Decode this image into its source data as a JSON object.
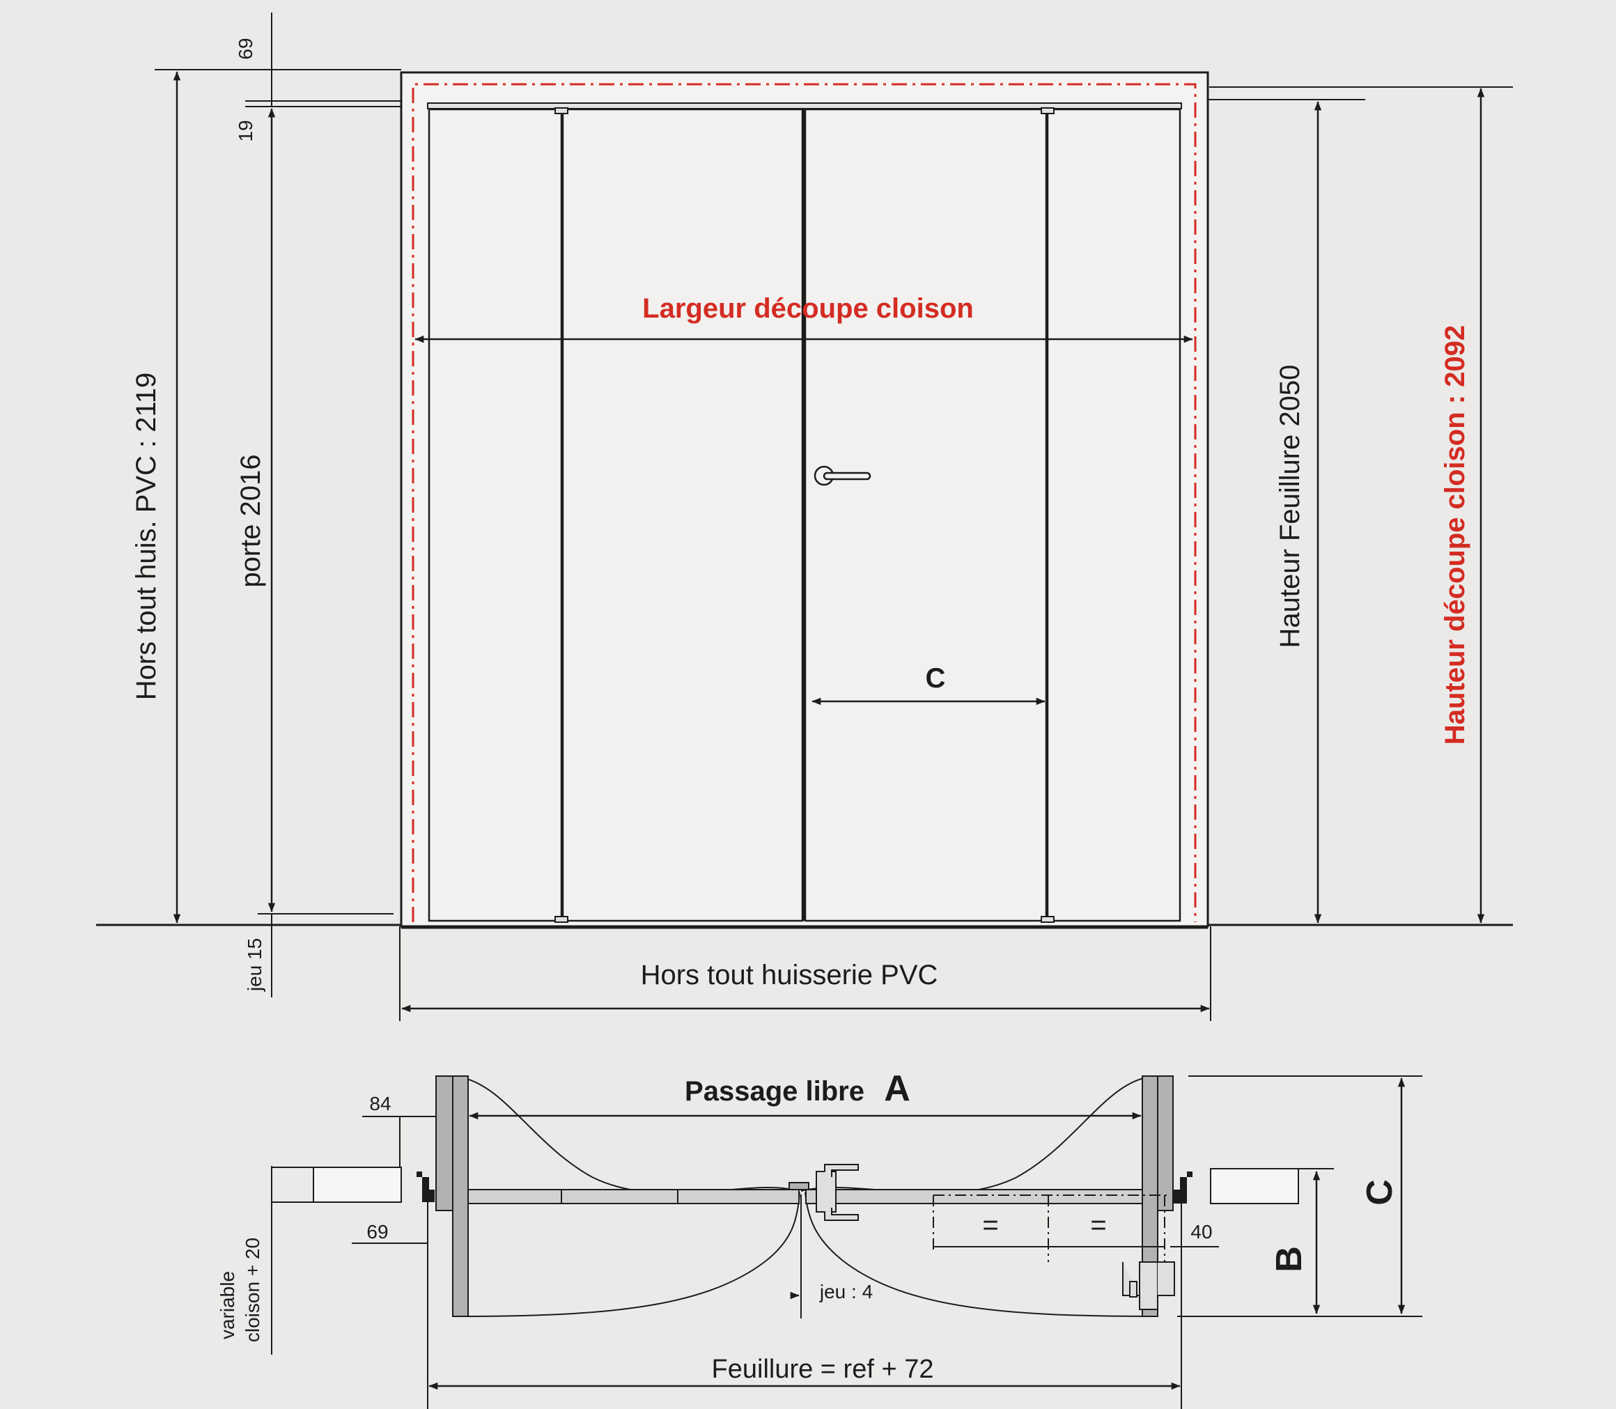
{
  "elevation": {
    "top_offset": "69",
    "top_gap": "19",
    "hors_tout_height": "Hors tout  huis. PVC : 2119",
    "door_height": "porte 2016",
    "bottom_gap": "jeu 15",
    "largeur_decoupe": "Largeur découpe cloison",
    "leaf_width": "C",
    "hauteur_feuillure": "Hauteur Feuillure 2050",
    "hauteur_decoupe": "Hauteur découpe  cloison : 2092",
    "hors_tout_width": "Hors tout huisserie PVC"
  },
  "plan": {
    "passage_libre": "Passage libre",
    "passage_letter": "A",
    "jamb_84": "84",
    "jamb_69": "69",
    "variable_line1": "variable",
    "variable_line2": "cloison + 20",
    "jeu_4": "jeu : 4",
    "equal_left": "=",
    "equal_right": "=",
    "dim_40": "40",
    "dim_b": "B",
    "dim_c": "C",
    "feuillure": "Feuillure = ref + 72"
  },
  "colors": {
    "red_accent": "#d42c22",
    "line": "#1c1c1c",
    "panel": "#f2f1f0",
    "frame_grey": "#b3b2b0",
    "background": "#ebeae8"
  }
}
